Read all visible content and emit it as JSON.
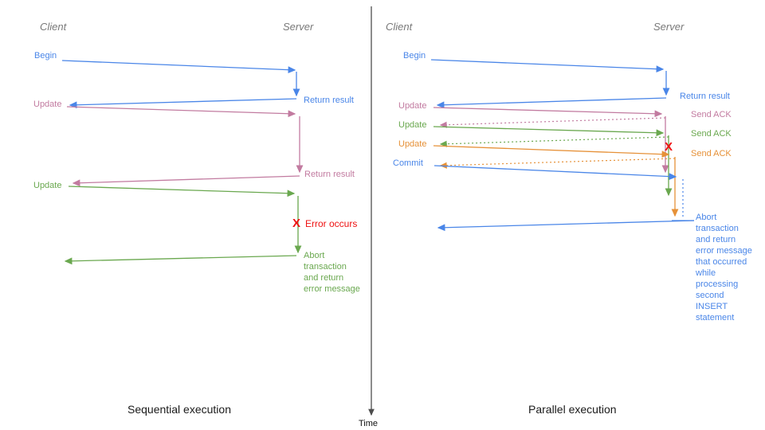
{
  "colors": {
    "blue": "#4a86e8",
    "pink": "#c27ba0",
    "green": "#6aa84f",
    "orange": "#e69138",
    "red": "#ee1111"
  },
  "time_axis": {
    "label": "Time"
  },
  "left": {
    "caption": "Sequential execution",
    "client_header": "Client",
    "server_header": "Server",
    "begin": "Begin",
    "return_result_1": "Return result",
    "update_1": "Update",
    "return_result_2": "Return result",
    "update_2": "Update",
    "error_mark": "X",
    "error_label": "Error occurs",
    "abort_message": "Abort\ntransaction\nand return\nerror message"
  },
  "right": {
    "caption": "Parallel execution",
    "client_header": "Client",
    "server_header": "Server",
    "begin": "Begin",
    "return_result": "Return result",
    "update_1": "Update",
    "ack_1": "Send ACK",
    "update_2": "Update",
    "ack_2": "Send ACK",
    "update_3": "Update",
    "ack_3": "Send ACK",
    "commit": "Commit",
    "error_mark": "X",
    "abort_message": "Abort\ntransaction\nand return\nerror message\nthat occurred\nwhile\nprocessing\nsecond\nINSERT\nstatement"
  }
}
